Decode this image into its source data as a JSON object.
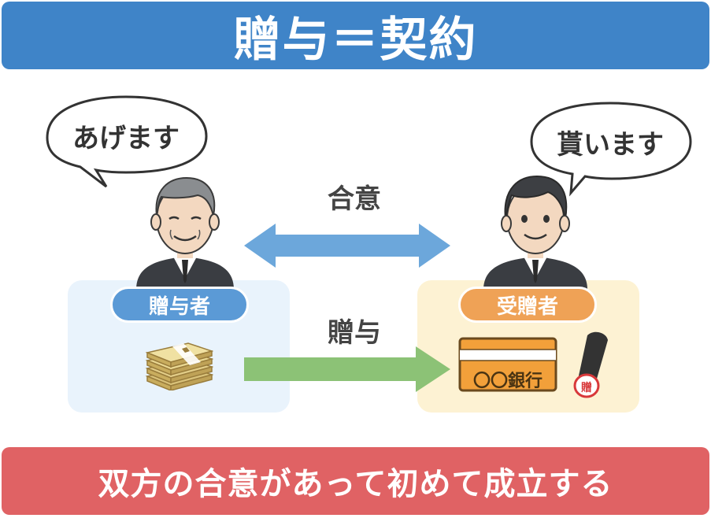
{
  "title": "贈与＝契約",
  "footer": "双方の合意があって初めて成立する",
  "giver": {
    "speech": "あげます",
    "label": "贈与者"
  },
  "receiver": {
    "speech": "貰います",
    "label": "受贈者"
  },
  "agreement_label": "合意",
  "gift_label": "贈与",
  "bankbook_text": "〇〇銀行",
  "seal_char": "贈",
  "colors": {
    "title_bg": "#3f84c8",
    "footer_bg": "#e06264",
    "agreement_arrow": "#6ca7db",
    "gift_arrow": "#8cc276",
    "giver_panel": "#e9f3fc",
    "receiver_panel": "#fdf2d3",
    "giver_pill": "#5b9ad6",
    "receiver_pill": "#efa256"
  }
}
